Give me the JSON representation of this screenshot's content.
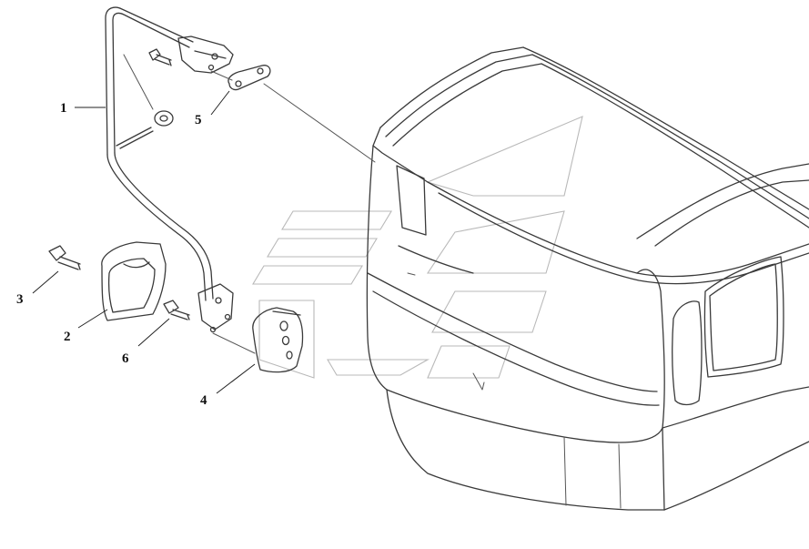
{
  "callouts": {
    "part_1": "1",
    "part_2": "2",
    "part_3": "3",
    "part_4": "4",
    "part_5": "5",
    "part_6": "6"
  },
  "colors": {
    "line": "#3a3a3a",
    "leader": "#222222",
    "watermark": "#b9b9b9",
    "background": "#ffffff"
  }
}
